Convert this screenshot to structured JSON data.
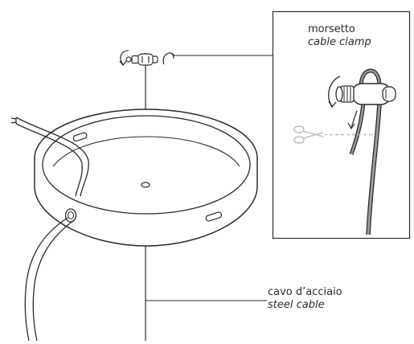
{
  "labels": {
    "clamp": {
      "primary": "morsetto",
      "secondary": "cable clamp"
    },
    "steel_cable": {
      "primary": "cavo d’acciaio",
      "secondary": "steel cable"
    }
  },
  "colors": {
    "line": "#2b2b2b",
    "fill": "#ffffff",
    "scissors": "#bfbfbf"
  }
}
